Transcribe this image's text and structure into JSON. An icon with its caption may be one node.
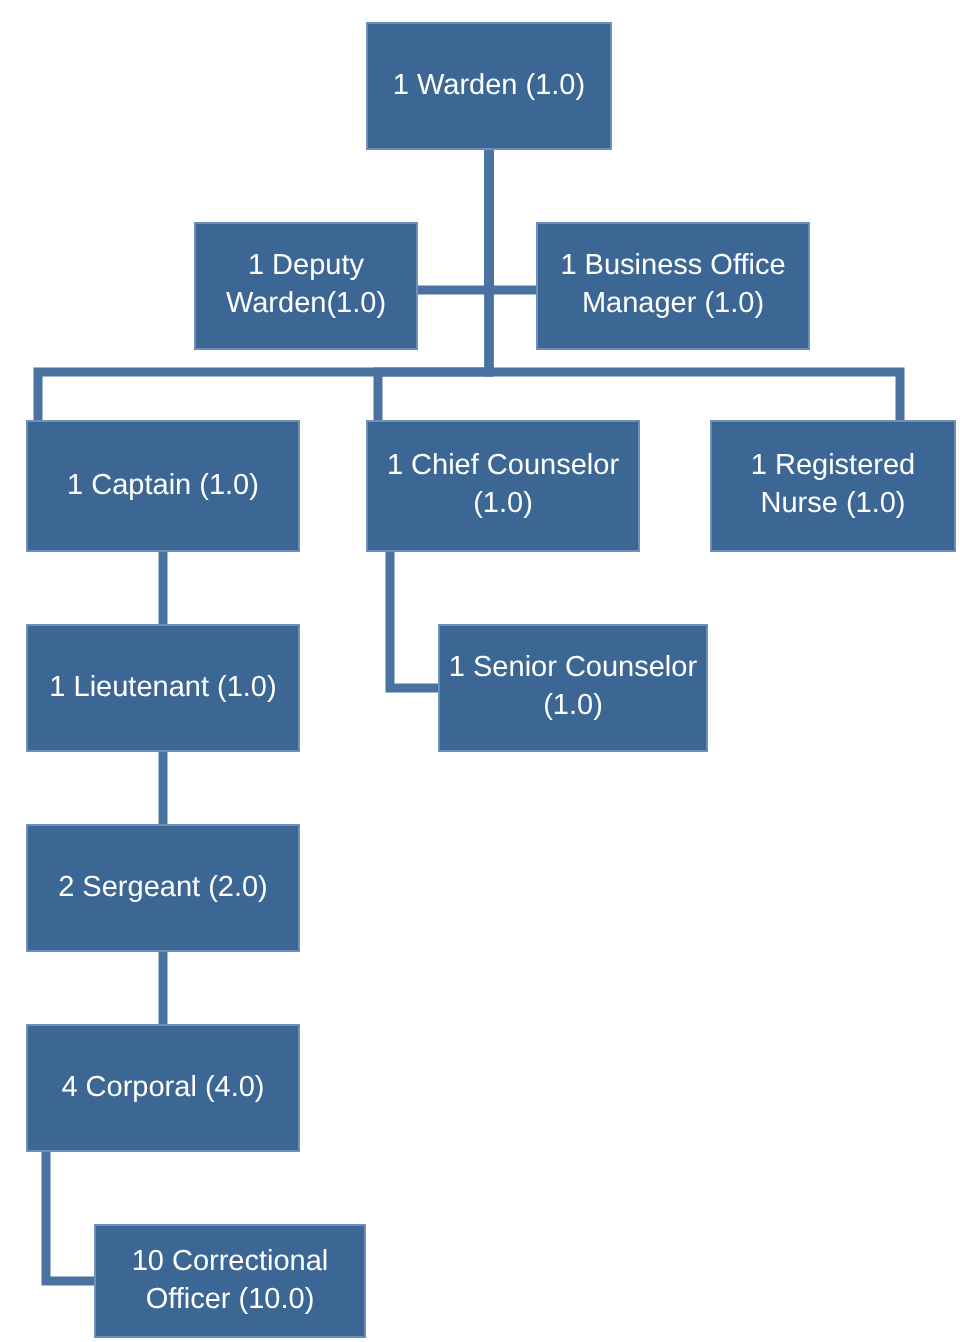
{
  "diagram": {
    "nodes": [
      {
        "text": [
          "1 Warden (1.0)"
        ]
      },
      {
        "text": [
          "1 Deputy Warden(1.0)"
        ]
      },
      {
        "text": [
          "1 Business Office Manager (1.0)"
        ]
      },
      {
        "text": [
          "1 Captain (1.0)"
        ]
      },
      {
        "text": [
          "1 Chief Counselor (1.0)"
        ]
      },
      {
        "text": [
          "1 Registered Nurse (1.0)"
        ]
      },
      {
        "text": [
          "1 Lieutenant (1.0)"
        ]
      },
      {
        "text": [
          "1 Senior Counselor (1.0)"
        ]
      },
      {
        "text": [
          "2 Sergeant (2.0)"
        ]
      },
      {
        "text": [
          "4 Corporal (4.0)"
        ]
      },
      {
        "text": [
          "10 Correctional Officer (10.0)"
        ]
      }
    ],
    "edges": [
      {
        "from": 0,
        "to": 1,
        "arrow": "none"
      },
      {
        "from": 0,
        "to": 2,
        "arrow": "none"
      },
      {
        "from": 0,
        "to": 3,
        "arrow": "none"
      },
      {
        "from": 0,
        "to": 4,
        "arrow": "none"
      },
      {
        "from": 0,
        "to": 5,
        "arrow": "none"
      },
      {
        "from": 3,
        "to": 6,
        "arrow": "none"
      },
      {
        "from": 4,
        "to": 7,
        "arrow": "none"
      },
      {
        "from": 6,
        "to": 8,
        "arrow": "none"
      },
      {
        "from": 8,
        "to": 9,
        "arrow": "none"
      },
      {
        "from": 9,
        "to": 10,
        "arrow": "none"
      }
    ]
  }
}
